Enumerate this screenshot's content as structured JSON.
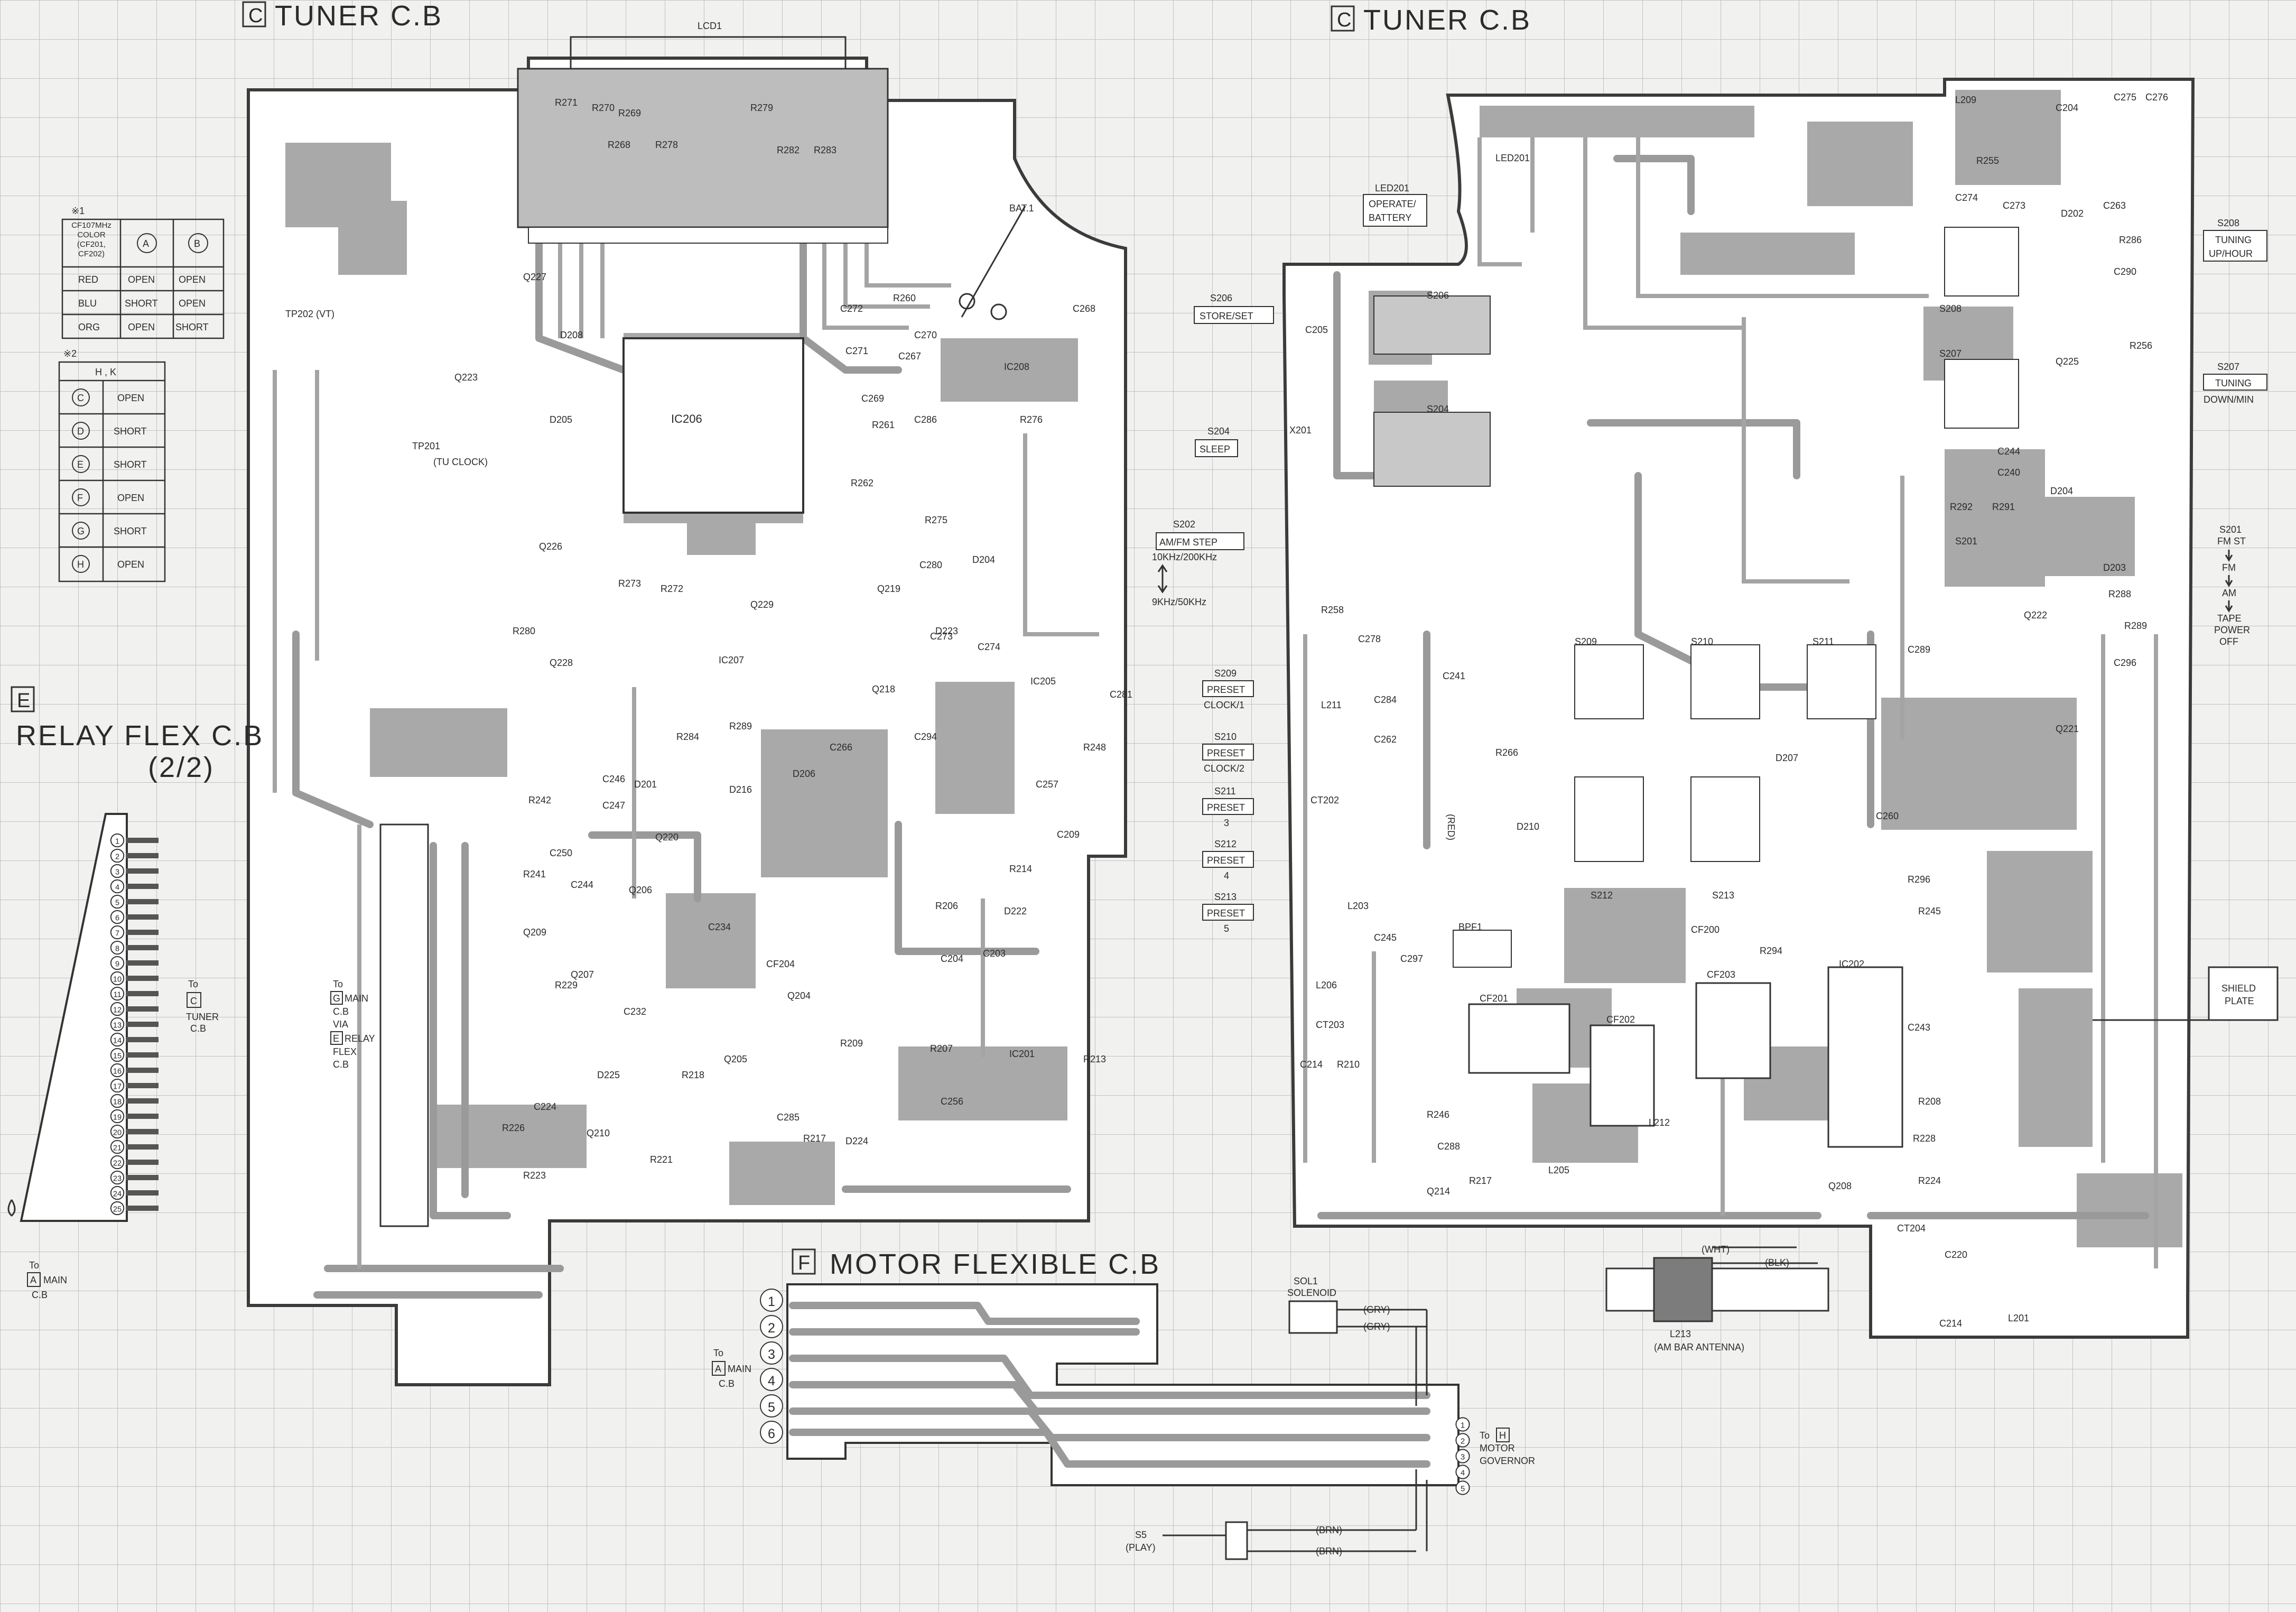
{
  "titles": {
    "tuner_left": "TUNER C.B",
    "tuner_right": "TUNER C.B",
    "tuner_letter": "C",
    "relay_letter": "E",
    "relay_line1": "RELAY FLEX C.B",
    "relay_line2": "(2/2)",
    "motor_letter": "F",
    "motor": "MOTOR FLEXIBLE C.B"
  },
  "table1": {
    "mark": "※1",
    "header": [
      "CF107MHz COLOR (CF201, CF202)",
      "A",
      "B"
    ],
    "rows": [
      [
        "RED",
        "OPEN",
        "OPEN"
      ],
      [
        "BLU",
        "SHORT",
        "OPEN"
      ],
      [
        "ORG",
        "OPEN",
        "SHORT"
      ]
    ]
  },
  "table2": {
    "mark": "※2",
    "header": "H , K",
    "rows": [
      [
        "C",
        "OPEN"
      ],
      [
        "D",
        "SHORT"
      ],
      [
        "E",
        "SHORT"
      ],
      [
        "F",
        "OPEN"
      ],
      [
        "G",
        "SHORT"
      ],
      [
        "H",
        "OPEN"
      ]
    ]
  },
  "left_board_labels": [
    "LCD1",
    "BAT.1",
    "TP202 (VT)",
    "TP201",
    "(TU CLOCK)",
    "IC206",
    "IC208",
    "IC205",
    "IC207",
    "IC201",
    "CF204",
    "Q227",
    "Q226",
    "Q228",
    "Q223",
    "Q229",
    "Q219",
    "Q218",
    "Q220",
    "Q206",
    "Q207",
    "Q209",
    "Q204",
    "Q205",
    "Q210",
    "D208",
    "D205",
    "D201",
    "D206",
    "D216",
    "D225",
    "D222",
    "D224",
    "D204",
    "D223",
    "R271",
    "R270",
    "R269",
    "R268",
    "R278",
    "R279",
    "R282",
    "R283",
    "R260",
    "R261",
    "R262",
    "R276",
    "R275",
    "R280",
    "R273",
    "R272",
    "R284",
    "R289",
    "R214",
    "R206",
    "R207",
    "R209",
    "R213",
    "R217",
    "R218",
    "R221",
    "R223",
    "R226",
    "R229",
    "R241",
    "R242",
    "R248",
    "C272",
    "C271",
    "C270",
    "C268",
    "C267",
    "C269",
    "C286",
    "C280",
    "C273",
    "C274",
    "C257",
    "C209",
    "C204",
    "C203",
    "C256",
    "C285",
    "C250",
    "C244",
    "C246",
    "C247",
    "C232",
    "C224",
    "C234",
    "C266",
    "C294",
    "C281"
  ],
  "mid_labels": {
    "s206": "S206",
    "s206_box": "STORE/SET",
    "s204": "S204",
    "s204_box": "SLEEP",
    "s202": "S202",
    "s202_box": "AM/FM STEP",
    "s202_line2": "10KHz/200KHz",
    "s202_line3": "9KHz/50KHz",
    "s209": "S209",
    "s209_box": "PRESET",
    "s209_sub": "CLOCK/1",
    "s210": "S210",
    "s210_box": "PRESET",
    "s210_sub": "CLOCK/2",
    "s211": "S211",
    "s211_box": "PRESET",
    "s211_sub": "3",
    "s212": "S212",
    "s212_box": "PRESET",
    "s212_sub": "4",
    "s213": "S213",
    "s213_box": "PRESET",
    "s213_sub": "5"
  },
  "right_labels": {
    "led_box_1": "LED201",
    "led_box_2": "OPERATE/",
    "led_box_3": "BATTERY",
    "s208": "S208",
    "s208_box_1": "TUNING",
    "s208_box_2": "UP/HOUR",
    "s207": "S207",
    "s207_box_1": "TUNING",
    "s207_box_2": "DOWN/MIN",
    "s201": "S201",
    "s201_l1": "FM ST",
    "s201_l2": "FM",
    "s201_l3": "AM",
    "s201_l4": "TAPE",
    "s201_l5": "POWER",
    "s201_l6": "OFF",
    "shield_1": "SHIELD",
    "shield_2": "PLATE",
    "antenna": "L213",
    "antenna_2": "(AM BAR ANTENNA)",
    "wht": "(WHT)",
    "blk": "(BLK)",
    "red": "(RED)",
    "parts": [
      "LED201",
      "L209",
      "C204",
      "C275",
      "C276",
      "R255",
      "C274",
      "C273",
      "C263",
      "D202",
      "R286",
      "C290",
      "R256",
      "Q225",
      "C244",
      "C240",
      "D204",
      "R292",
      "R291",
      "D203",
      "R288",
      "R289",
      "Q222",
      "C296",
      "Q221",
      "C289",
      "S201",
      "C205",
      "X201",
      "R258",
      "C278",
      "C241",
      "L211",
      "C284",
      "C262",
      "R266",
      "D210",
      "D207",
      "C260",
      "CT202",
      "L203",
      "C245",
      "C297",
      "BPF1",
      "L206",
      "CT203",
      "C214",
      "R210",
      "CF201",
      "CF202",
      "CF200",
      "CF203",
      "R294",
      "IC202",
      "R246",
      "C288",
      "R217",
      "Q214",
      "L205",
      "L212",
      "Q208",
      "R228",
      "R224",
      "CT204",
      "C220",
      "C214",
      "L201",
      "R245",
      "R296",
      "C243",
      "R208",
      "S209",
      "S210",
      "S211",
      "S212",
      "S213",
      "S206",
      "S204",
      "S207",
      "S208"
    ]
  },
  "relay_flex": {
    "pins": [
      "1",
      "2",
      "3",
      "4",
      "5",
      "6",
      "7",
      "8",
      "9",
      "10",
      "11",
      "12",
      "13",
      "14",
      "15",
      "16",
      "17",
      "18",
      "19",
      "20",
      "21",
      "22",
      "23",
      "24",
      "25"
    ],
    "to_tuner_1": "To",
    "to_tuner_2": "TUNER",
    "to_tuner_3": "C.B",
    "to_tuner_letter": "C",
    "to_main_1": "To",
    "to_main_2": "MAIN",
    "to_main_3": "C.B",
    "to_main_letter": "A",
    "via_1": "To",
    "via_2": "MAIN",
    "via_3": "C.B",
    "via_4": "VIA",
    "via_5": "RELAY",
    "via_6": "FLEX",
    "via_7": "C.B",
    "via_letter_1": "G",
    "via_letter_2": "E"
  },
  "motor_flex": {
    "pins_left": [
      "1",
      "2",
      "3",
      "4",
      "5",
      "6"
    ],
    "pins_right": [
      "1",
      "2",
      "3",
      "4",
      "5"
    ],
    "to_main_1": "To",
    "to_main_2": "MAIN",
    "to_main_3": "C.B",
    "to_main_letter": "A",
    "to_motor_1": "To",
    "to_motor_2": "MOTOR",
    "to_motor_3": "GOVERNOR",
    "to_motor_letter": "H",
    "sol_1": "SOL1",
    "sol_2": "SOLENOID",
    "gry1": "(GRY)",
    "gry2": "(GRY)",
    "s5": "S5",
    "play": "(PLAY)",
    "brn1": "(BRN)",
    "brn2": "(BRN)"
  },
  "colors": {
    "background": "#f1f1ef",
    "grid": "#bdbdbd",
    "ink": "#2b2b2b",
    "copper": "#a9a9a9",
    "board": "#ffffff"
  }
}
